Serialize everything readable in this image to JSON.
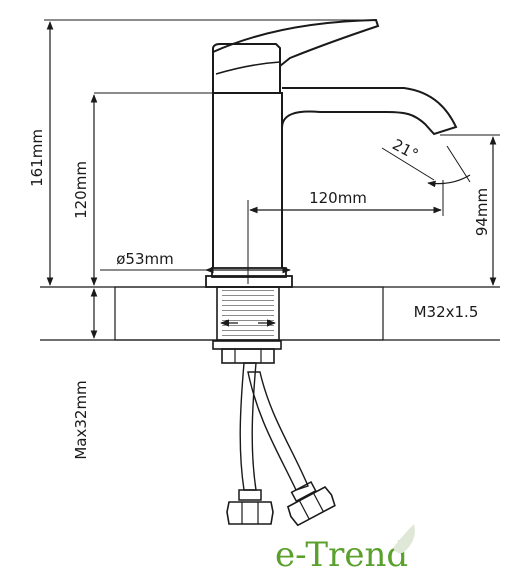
{
  "dimensions": {
    "total_height": "161mm",
    "body_height": "120mm",
    "spout_reach": "120mm",
    "spout_height": "94mm",
    "base_diameter": "ø53mm",
    "thread": "M32x1.5",
    "max_thickness": "Max32mm",
    "spout_angle": "21°"
  },
  "brand": {
    "name": "e-Trend",
    "color": "#5aa02c"
  },
  "colors": {
    "line": "#1a1a1a"
  }
}
